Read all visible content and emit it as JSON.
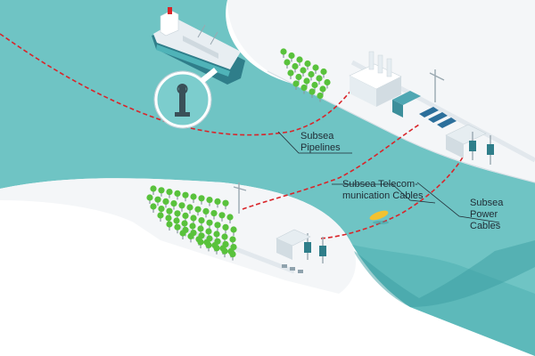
{
  "labels": {
    "pipelines": "Subsea\nPipelines",
    "telecom": "Subsea Telecom-\nmunication Cables",
    "power": "Subsea\nPower\nCables"
  },
  "colors": {
    "sea": "#6fc4c4",
    "sea_dark": "#4aa9ab",
    "land": "#f4f6f8",
    "cable": "#d9252a",
    "tree": "#59c23c",
    "ship_hull": "#2f7e8a",
    "vehicle": "#f2c230"
  },
  "icons": [
    "ship-icon",
    "tree-icon",
    "factory-icon",
    "crane-icon",
    "substation-icon",
    "yellow-vehicle-icon",
    "magnifier-icon"
  ]
}
